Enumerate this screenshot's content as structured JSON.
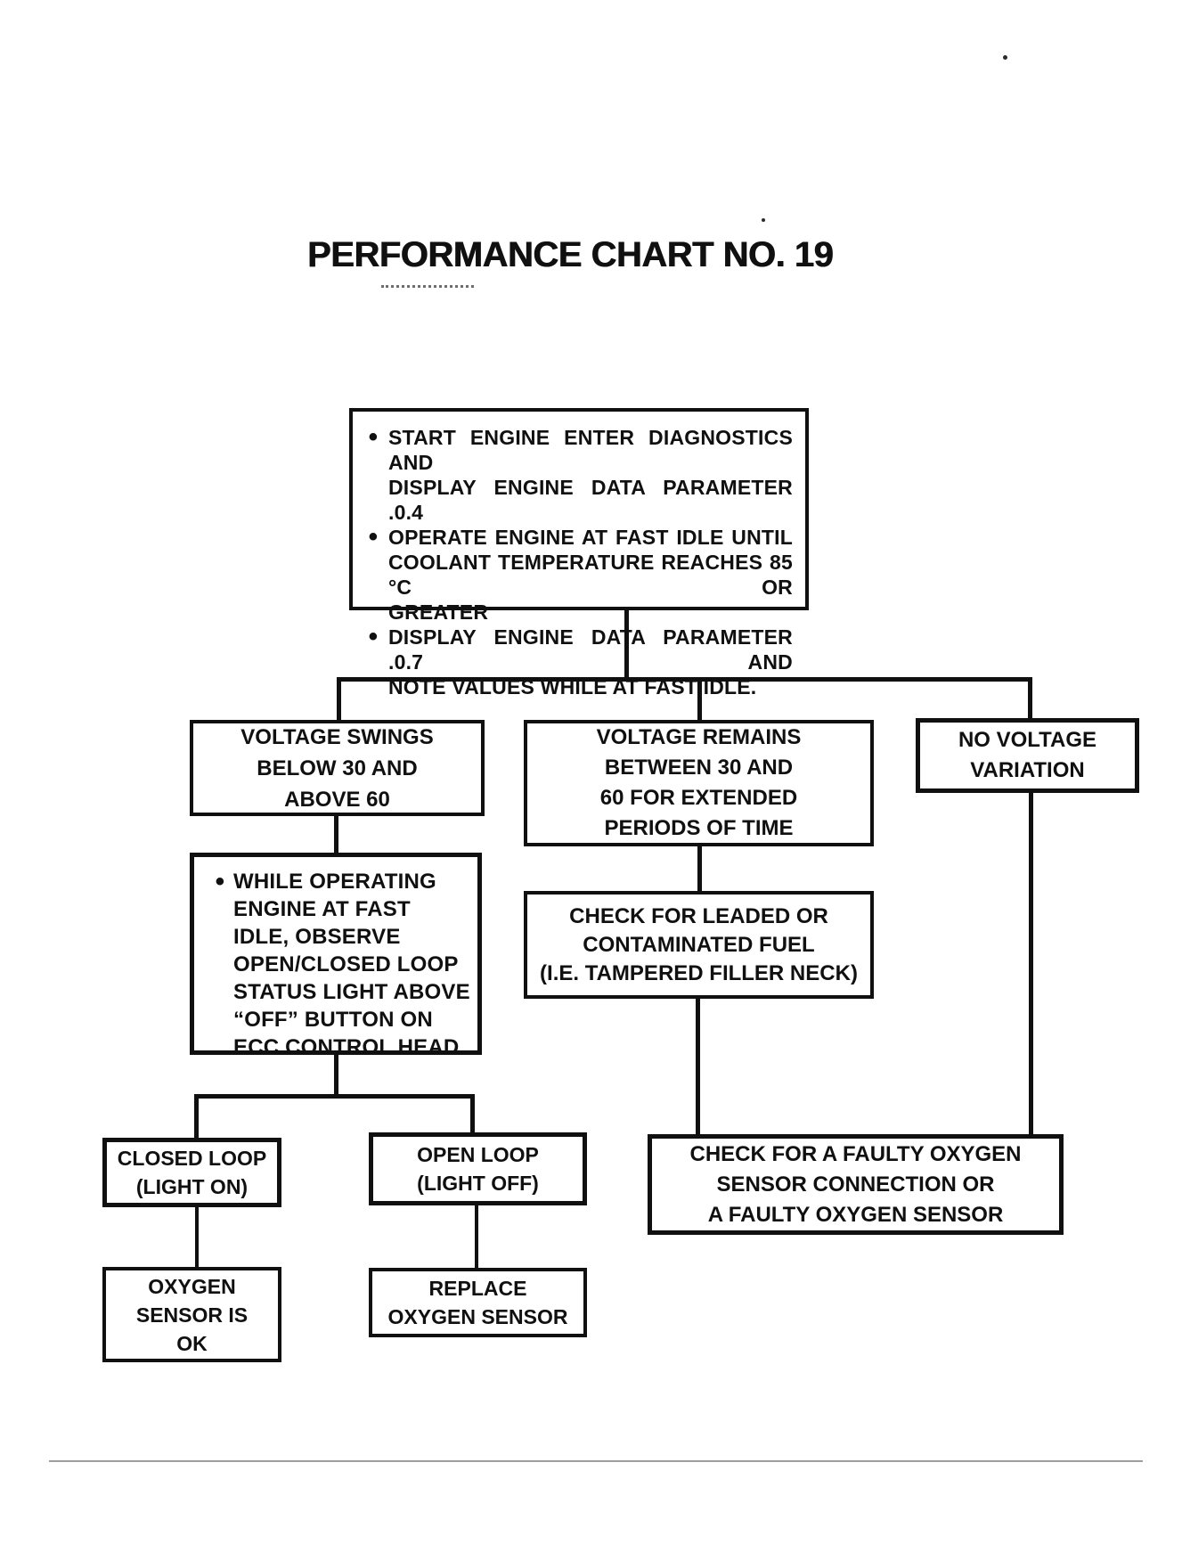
{
  "page": {
    "title": "PERFORMANCE CHART NO. 19"
  },
  "glyphs": {
    "bullet": "•"
  },
  "ink_color": "#101010",
  "nodes": {
    "instructions": {
      "bullets": [
        {
          "lines": [
            "START ENGINE ENTER DIAGNOSTICS AND",
            "DISPLAY ENGINE DATA PARAMETER .0.4"
          ]
        },
        {
          "lines": [
            "OPERATE ENGINE AT FAST IDLE UNTIL",
            "COOLANT TEMPERATURE REACHES 85 °C OR",
            "GREATER"
          ]
        },
        {
          "lines": [
            "DISPLAY ENGINE DATA PARAMETER .0.7 AND",
            "NOTE VALUES WHILE AT FAST IDLE."
          ]
        }
      ]
    },
    "voltage_swings": {
      "lines": [
        "VOLTAGE SWINGS",
        "BELOW 30 AND",
        "ABOVE 60"
      ]
    },
    "voltage_remains": {
      "lines": [
        "VOLTAGE REMAINS",
        "BETWEEN 30 AND",
        "60 FOR EXTENDED",
        "PERIODS OF TIME"
      ]
    },
    "no_voltage": {
      "lines": [
        "NO VOLTAGE",
        "VARIATION"
      ]
    },
    "observe_status": {
      "lines": [
        "WHILE OPERATING",
        "ENGINE AT FAST",
        "IDLE, OBSERVE",
        "OPEN/CLOSED LOOP",
        "STATUS LIGHT ABOVE",
        "“OFF” BUTTON ON",
        "ECC CONTROL HEAD"
      ]
    },
    "check_fuel": {
      "lines": [
        "CHECK FOR LEADED OR",
        "CONTAMINATED FUEL",
        "(I.E. TAMPERED FILLER NECK)"
      ]
    },
    "closed_loop": {
      "lines": [
        "CLOSED LOOP",
        "(LIGHT ON)"
      ]
    },
    "open_loop": {
      "lines": [
        "OPEN LOOP",
        "(LIGHT OFF)"
      ]
    },
    "check_oxygen": {
      "lines": [
        "CHECK FOR A FAULTY OXYGEN",
        "SENSOR CONNECTION OR",
        "A FAULTY OXYGEN SENSOR"
      ]
    },
    "sensor_ok": {
      "lines": [
        "OXYGEN",
        "SENSOR IS",
        "OK"
      ]
    },
    "replace_sensor": {
      "lines": [
        "REPLACE",
        "OXYGEN SENSOR"
      ]
    }
  }
}
